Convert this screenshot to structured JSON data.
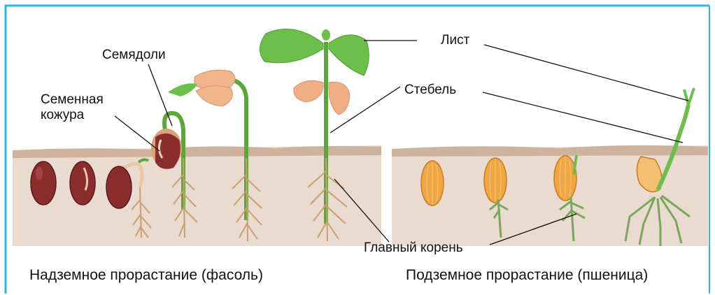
{
  "labels": {
    "cotyledons": "Семядоли",
    "seed_coat_line1": "Семенная",
    "seed_coat_line2": "кожура",
    "leaf": "Лист",
    "stem": "Стебель",
    "main_root": "Главный корень"
  },
  "captions": {
    "epigeal": "Надземное прорастание (фасоль)",
    "hypogeal": "Подземное прорастание (пшеница)"
  },
  "colors": {
    "frame_border": "#2eb4e6",
    "soil": "#e8d8cc",
    "soil_top": "#c9a892",
    "bean": "#8a2e2e",
    "stem_green": "#5aa83a",
    "leaf_green": "#6cbf4a",
    "cotyledon": "#f0b48a",
    "grain": "#f2a640",
    "root": "#c9a070"
  }
}
